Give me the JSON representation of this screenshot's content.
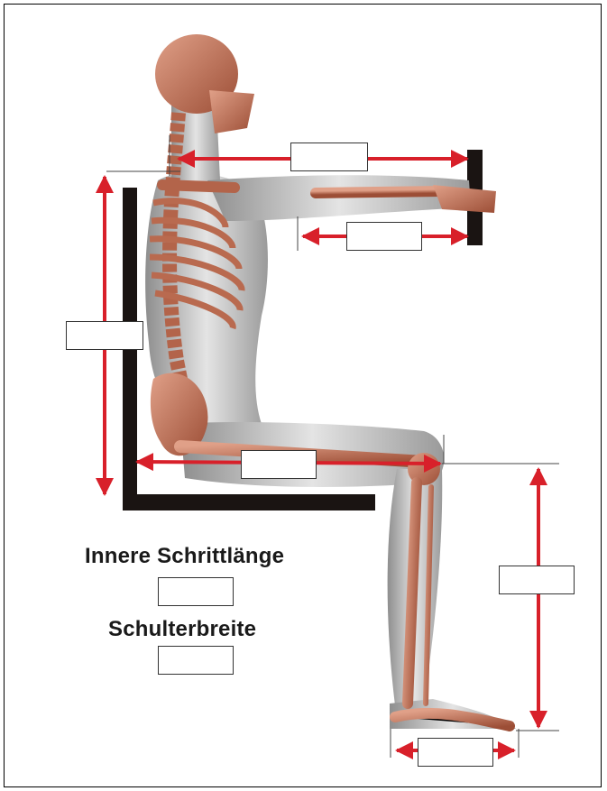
{
  "labels": {
    "inseam": "Innere Schrittlänge",
    "shoulder_width": "Schulterbreite"
  },
  "colors": {
    "arrow": "#d8202a",
    "skin": "#c9c9c9",
    "bone": "#c0765c",
    "backrest": "#1a1412"
  },
  "icons": {
    "figure": "seated-skeleton-illustration"
  }
}
